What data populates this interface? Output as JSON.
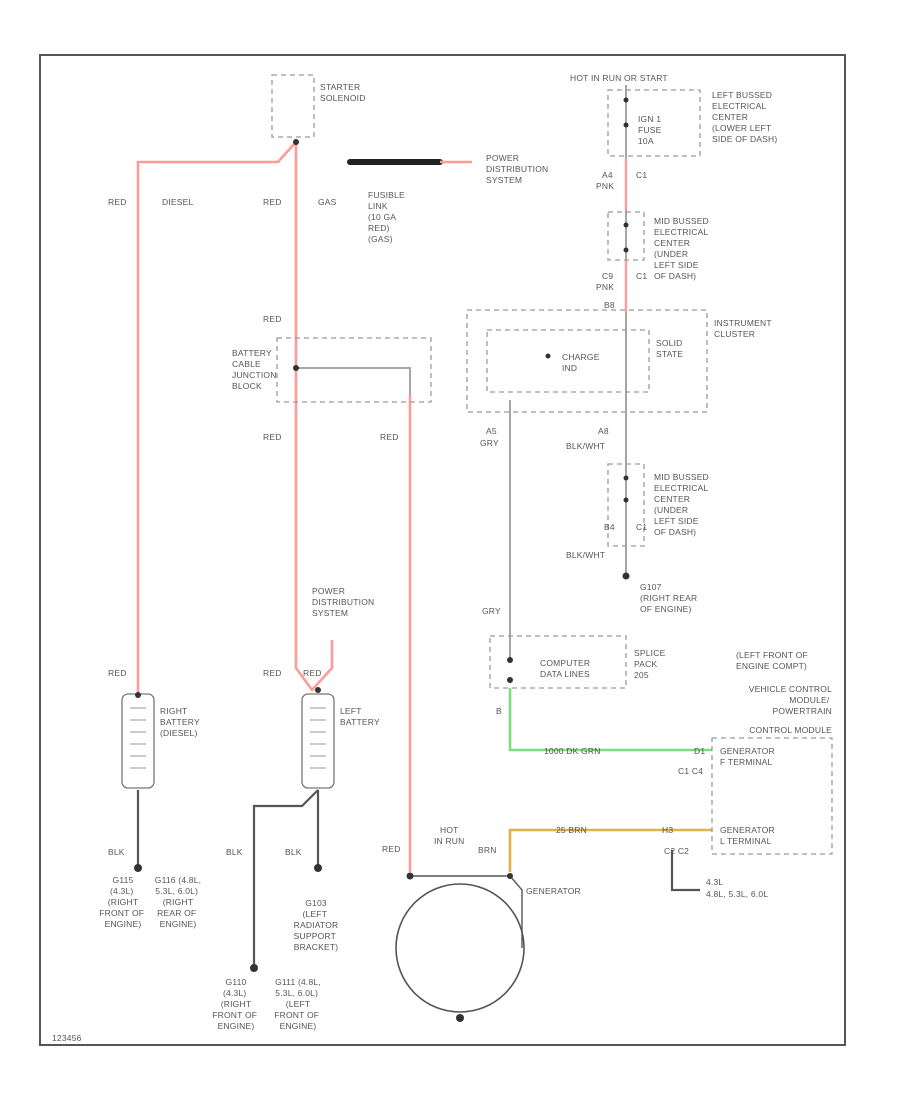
{
  "colors": {
    "red_wire": "#ff9a9a",
    "green_wire": "#7ddc7d",
    "tan_wire": "#e0b24a",
    "gray_wire": "#a6a6a6",
    "frame": "#555555"
  },
  "labels": {
    "starter_solenoid": [
      "STARTER",
      "SOLENOID"
    ],
    "red_left": "RED",
    "diesel": "DIESEL",
    "red_mid": "RED",
    "gas": "GAS",
    "fusible_link": [
      "FUSIBLE",
      "LINK",
      "(10 GA",
      "RED)",
      "(GAS)"
    ],
    "pds_top": [
      "POWER",
      "DISTRIBUTION",
      "SYSTEM"
    ],
    "hot_at_all_times": "HOT IN RUN OR START",
    "left_bused_center": [
      "LEFT BUSSED",
      "ELECTRICAL",
      "CENTER",
      "(LOWER LEFT",
      "SIDE OF DASH)"
    ],
    "fuse": [
      "IGN 1",
      "FUSE",
      "10A"
    ],
    "a4_pnk": [
      "A4",
      "PNK"
    ],
    "c1_top": "C1",
    "mid_bused_center_1": [
      "MID BUSSED",
      "ELECTRICAL",
      "CENTER",
      "(UNDER",
      "LEFT SIDE",
      "OF DASH)"
    ],
    "c9_pnk": [
      "C9",
      "PNK"
    ],
    "c1_mid": "C1",
    "b8": "B8",
    "instrument_cluster": [
      "INSTRUMENT",
      "CLUSTER"
    ],
    "red_upper": "RED",
    "battery_cable_junction": [
      "BATTERY",
      "CABLE",
      "JUNCTION",
      "BLOCK"
    ],
    "charge_ind": [
      "CHARGE",
      "IND"
    ],
    "solid_state": [
      "SOLID",
      "STATE"
    ],
    "red_lower_left": "RED",
    "red_lower_right": "RED",
    "a5_gry": [
      "A5",
      "GRY"
    ],
    "a8_blkwht": [
      "A8",
      "BLK/WHT"
    ],
    "mid_bused_center_2": [
      "MID BUSSED",
      "ELECTRICAL",
      "CENTER",
      "(UNDER",
      "LEFT SIDE",
      "OF DASH)"
    ],
    "b4": "B4",
    "c1_low": "C1",
    "blkwht_low": "BLK/WHT",
    "g107": [
      "G107",
      "(RIGHT REAR",
      "OF ENGINE)"
    ],
    "pds_mid": [
      "POWER",
      "DISTRIBUTION",
      "SYSTEM"
    ],
    "gry": "GRY",
    "computer_data_lines": [
      "COMPUTER",
      "DATA LINES"
    ],
    "splice_pack": [
      "SPLICE",
      "PACK",
      "205"
    ],
    "pcm_location": [
      "(LEFT FRONT OF",
      "ENGINE COMPT)"
    ],
    "vcm": [
      "VEHICLE CONTROL",
      "MODULE/",
      "POWERTRAIN",
      "CONTROL MODULE"
    ],
    "red_battery_right": "RED",
    "red_battery_left_a": "RED",
    "red_battery_left_b": "RED",
    "right_battery": [
      "RIGHT",
      "BATTERY",
      "(DIESEL)"
    ],
    "left_battery": [
      "LEFT",
      "BATTERY"
    ],
    "pin_b": "B",
    "green_wire_label": "1000   DK GRN",
    "d1": "D1",
    "gen_f_terminal": [
      "GENERATOR",
      "F TERMINAL"
    ],
    "c1_c4": "C1   C4",
    "blk_1": "BLK",
    "blk_2": "BLK",
    "blk_3": "BLK",
    "hot_in_run": [
      "HOT",
      "IN RUN"
    ],
    "brn_left": "BRN",
    "tan_wire_label": "25    BRN",
    "tan_pin": "H3",
    "gen_l_terminal": [
      "GENERATOR",
      "L TERMINAL"
    ],
    "c2_c2": "C2  C2",
    "red_gen": "RED",
    "engine_options": [
      "4.3L",
      "4.8L, 5.3L, 6.0L"
    ],
    "generator": "GENERATOR",
    "g115": [
      "G115",
      "(4.3L)",
      "(RIGHT",
      "FRONT OF",
      "ENGINE)"
    ],
    "g116": [
      "G116 (4.8L,",
      "5.3L, 6.0L)",
      "(RIGHT",
      "REAR OF",
      "ENGINE)"
    ],
    "g103": [
      "G103",
      "(LEFT",
      "RADIATOR",
      "SUPPORT",
      "BRACKET)"
    ],
    "g110": [
      "G110",
      "(4.3L)",
      "(RIGHT",
      "FRONT OF",
      "ENGINE)"
    ],
    "g111": [
      "G111 (4.8L,",
      "5.3L, 6.0L)",
      "(LEFT",
      "FRONT OF",
      "ENGINE)"
    ],
    "figure_id": "123456"
  }
}
